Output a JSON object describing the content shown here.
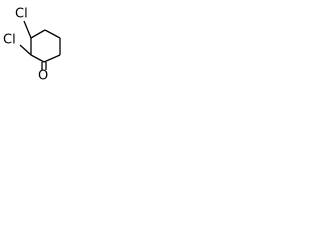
{
  "structure": {
    "atoms": {
      "chlorine_top": "Cl",
      "chlorine_left": "Cl",
      "oxygen": "O"
    },
    "bonds": [
      {
        "id": "ring-c1-c2",
        "order": 1
      },
      {
        "id": "ring-c2-c3",
        "order": 1
      },
      {
        "id": "ring-c3-c4",
        "order": 1
      },
      {
        "id": "ring-c4-c5",
        "order": 1
      },
      {
        "id": "ring-c5-c6",
        "order": 1
      },
      {
        "id": "ring-c6-c1",
        "order": 1
      },
      {
        "id": "c3-cl-top",
        "order": 1
      },
      {
        "id": "c2-cl-left",
        "order": 1
      },
      {
        "id": "c1-o",
        "order": 2
      }
    ],
    "colors": {
      "bond": "#000000",
      "label": "#000000",
      "background": "#ffffff"
    }
  }
}
